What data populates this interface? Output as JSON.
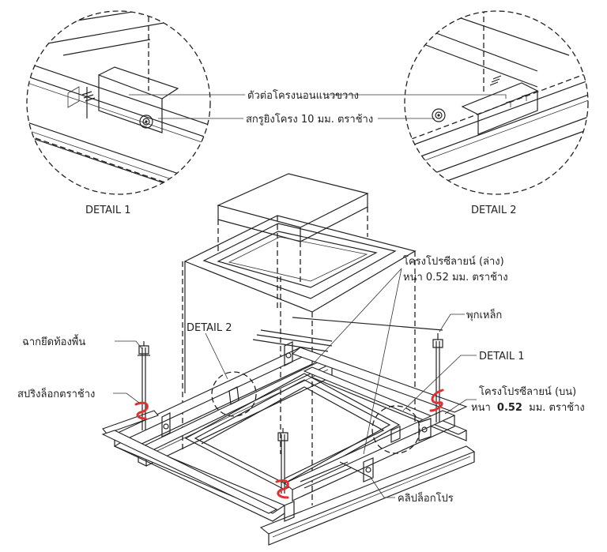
{
  "labels": {
    "detail_1_top": "DETAIL 1",
    "detail_2_top": "DETAIL 2",
    "cross_connector": "ตัวต่อโครงนอนแนวขวาง",
    "screw": "สกรูยิงโครง 10 มม. ตราช้าง",
    "lower_channel_line1": "โครงโปรซีลายน์ (ล่าง)",
    "lower_channel_line2": "หนา 0.52 มม. ตราช้าง",
    "rod_hanger": "พุกเหล็ก",
    "detail_1_main": "DETAIL 1",
    "detail_2_main": "DETAIL 2",
    "floor_anchor": "ฉากยึดท้องพื้น",
    "spring_lock": "สปริงล็อกตราช้าง",
    "upper_channel_line1": "โครงโปรซีลายน์ (บน)",
    "upper_channel_line2_prefix": "หนา",
    "upper_channel_line2_bold": "0.52",
    "upper_channel_line2_suffix": "มม.  ตราช้าง",
    "clip_lock": "คลิปล็อกโปร"
  },
  "colors": {
    "line": "#222222",
    "accent": "#e03030",
    "background": "#ffffff"
  }
}
